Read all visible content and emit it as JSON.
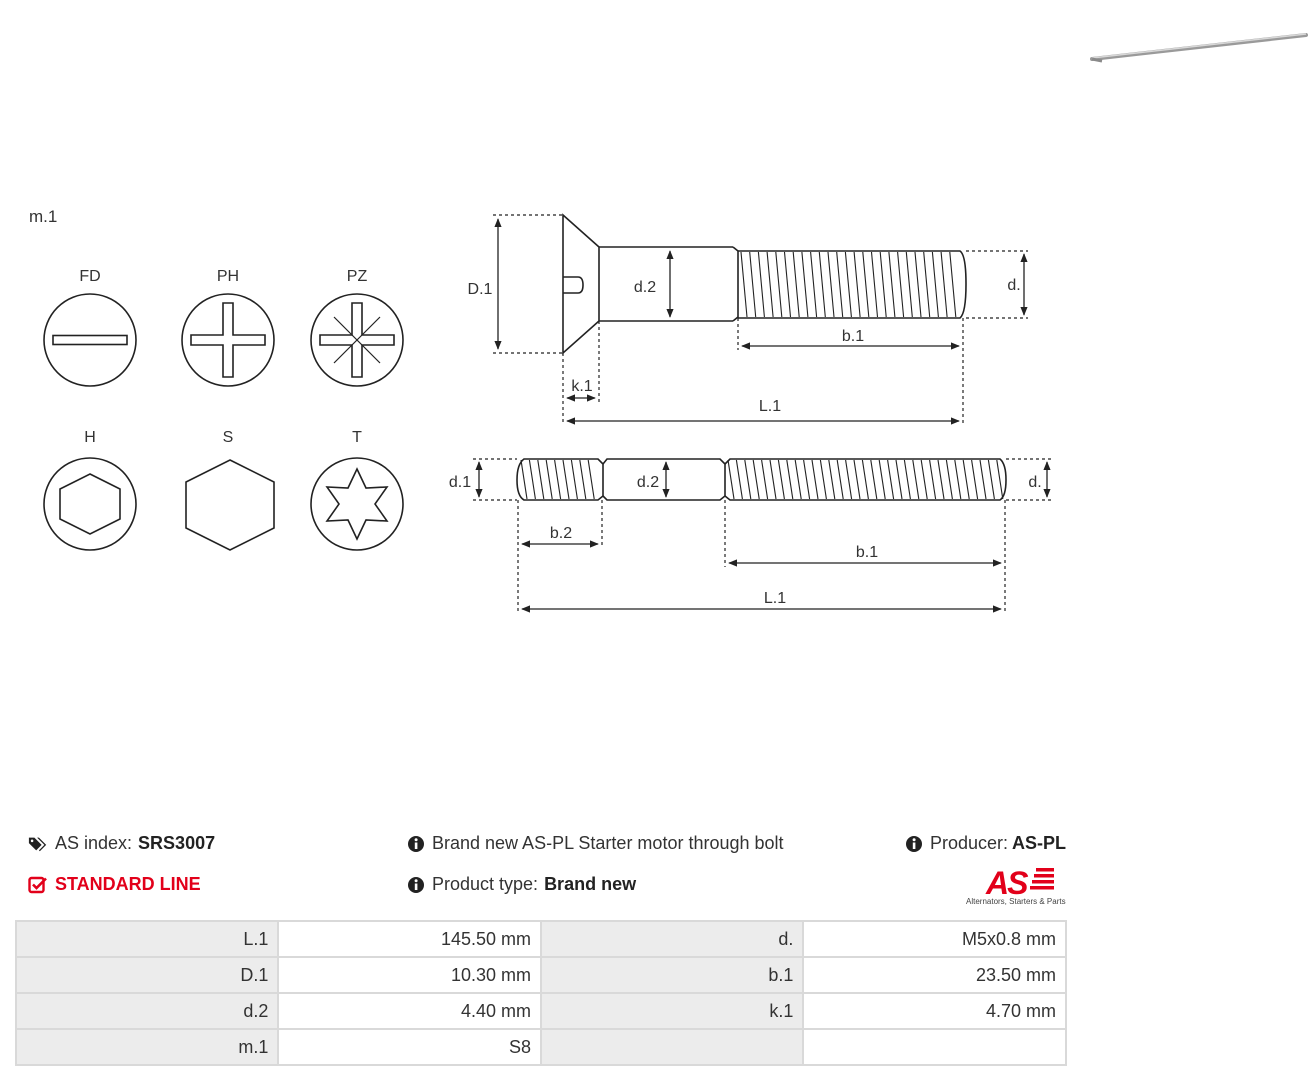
{
  "drive_types": {
    "title": "m.1",
    "items": [
      "FD",
      "PH",
      "PZ",
      "H",
      "S",
      "T"
    ]
  },
  "diagram_top": {
    "D1": "D.1",
    "d2": "d.2",
    "d": "d.",
    "b1": "b.1",
    "k1": "k.1",
    "L1": "L.1"
  },
  "diagram_bottom": {
    "d1": "d.1",
    "d2": "d.2",
    "d": "d.",
    "b2": "b.2",
    "b1": "b.1",
    "L1": "L.1"
  },
  "info": {
    "as_index_label": "AS index:",
    "as_index_value": "SRS3007",
    "line": "STANDARD LINE",
    "description": "Brand new AS-PL Starter motor through bolt",
    "product_type_label": "Product type:",
    "product_type_value": "Brand new",
    "producer_label": "Producer:",
    "producer_value": "AS-PL",
    "logo_text": "AS",
    "logo_tagline": "Alternators, Starters & Parts"
  },
  "specs": [
    [
      "L.1",
      "145.50 mm",
      "d.",
      "M5x0.8 mm"
    ],
    [
      "D.1",
      "10.30 mm",
      "b.1",
      "23.50 mm"
    ],
    [
      "d.2",
      "4.40 mm",
      "k.1",
      "4.70 mm"
    ],
    [
      "m.1",
      "S8",
      "",
      ""
    ]
  ],
  "colors": {
    "accent": "#e2001a",
    "label_bg": "#ececec",
    "border": "#d9d9d9"
  }
}
